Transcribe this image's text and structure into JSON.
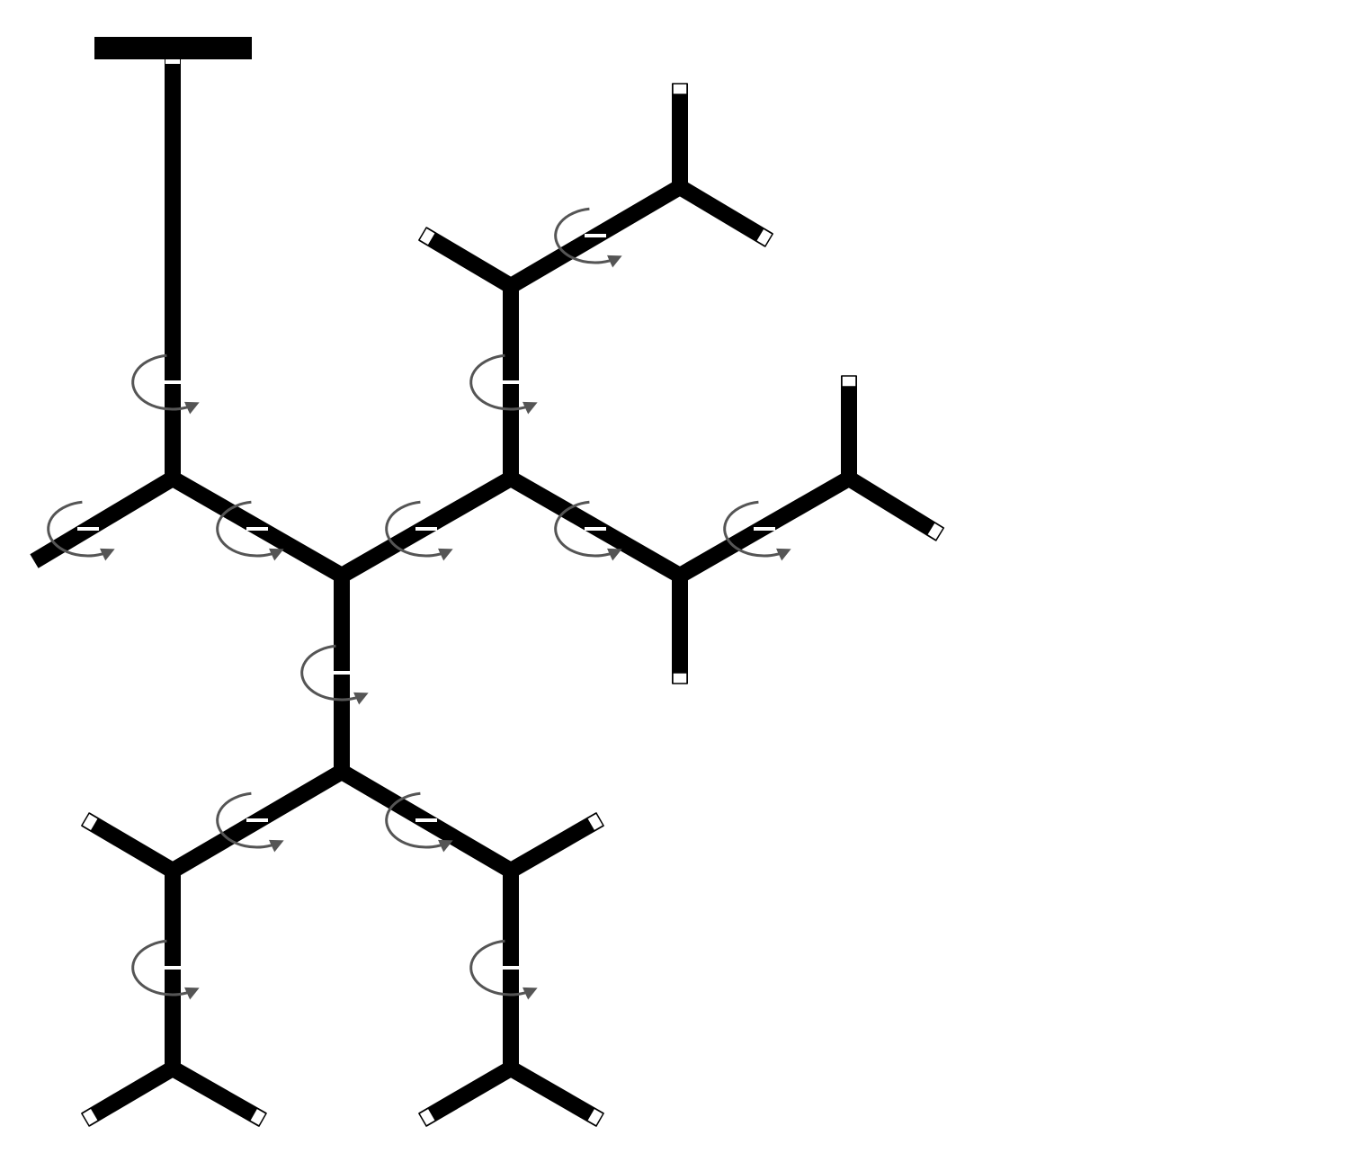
{
  "diagram": {
    "type": "branched-linkage-with-rotatable-joints",
    "colors": {
      "background": "#ffffff",
      "bond": "#000000",
      "rotation_arrow": "#555555",
      "terminal_cap": "#ffffff"
    },
    "elements": {
      "anchor": "anchor-plate",
      "bond": "bond-segment",
      "rotation": "rotation-arrow-icon",
      "terminal": "terminal-cap"
    }
  }
}
